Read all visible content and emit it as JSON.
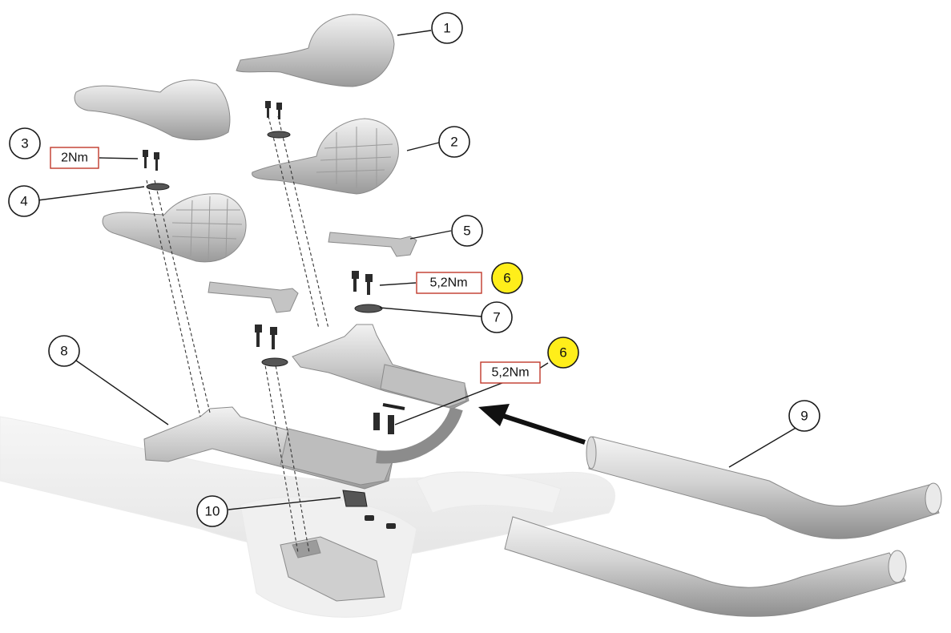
{
  "callouts": [
    {
      "id": "1",
      "label": "1"
    },
    {
      "id": "2",
      "label": "2"
    },
    {
      "id": "3",
      "label": "3"
    },
    {
      "id": "4",
      "label": "4"
    },
    {
      "id": "5",
      "label": "5"
    },
    {
      "id": "6a",
      "label": "6"
    },
    {
      "id": "6b",
      "label": "6"
    },
    {
      "id": "7",
      "label": "7"
    },
    {
      "id": "8",
      "label": "8"
    },
    {
      "id": "9",
      "label": "9"
    },
    {
      "id": "10",
      "label": "10"
    }
  ],
  "torque": {
    "t3": "2Nm",
    "t6a": "5,2Nm",
    "t6b": "5,2Nm"
  },
  "colors": {
    "highlight": "#ffee1a",
    "torque_border": "#c0392b",
    "part_fill": "#d8d8d8"
  }
}
